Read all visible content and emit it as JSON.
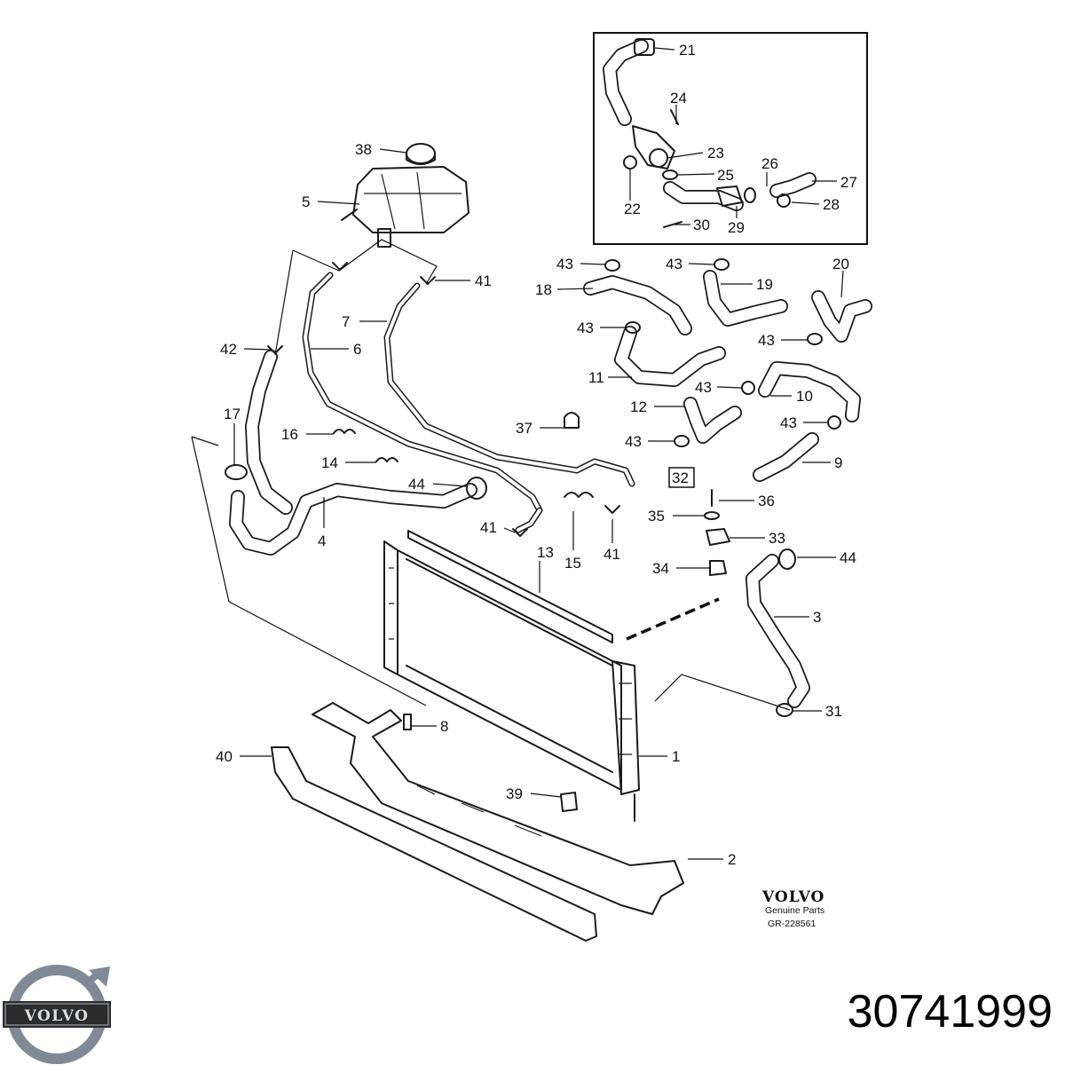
{
  "callouts": [
    {
      "id": "1",
      "label": "1"
    },
    {
      "id": "2",
      "label": "2"
    },
    {
      "id": "3",
      "label": "3"
    },
    {
      "id": "4",
      "label": "4"
    },
    {
      "id": "5",
      "label": "5"
    },
    {
      "id": "6",
      "label": "6"
    },
    {
      "id": "7",
      "label": "7"
    },
    {
      "id": "8",
      "label": "8"
    },
    {
      "id": "9",
      "label": "9"
    },
    {
      "id": "10",
      "label": "10"
    },
    {
      "id": "11",
      "label": "11"
    },
    {
      "id": "12",
      "label": "12"
    },
    {
      "id": "13",
      "label": "13"
    },
    {
      "id": "14",
      "label": "14"
    },
    {
      "id": "15",
      "label": "15"
    },
    {
      "id": "16",
      "label": "16"
    },
    {
      "id": "17",
      "label": "17"
    },
    {
      "id": "18",
      "label": "18"
    },
    {
      "id": "19",
      "label": "19"
    },
    {
      "id": "20",
      "label": "20"
    },
    {
      "id": "21",
      "label": "21"
    },
    {
      "id": "22",
      "label": "22"
    },
    {
      "id": "23",
      "label": "23"
    },
    {
      "id": "24",
      "label": "24"
    },
    {
      "id": "25",
      "label": "25"
    },
    {
      "id": "26",
      "label": "26"
    },
    {
      "id": "27",
      "label": "27"
    },
    {
      "id": "28",
      "label": "28"
    },
    {
      "id": "29",
      "label": "29"
    },
    {
      "id": "30",
      "label": "30"
    },
    {
      "id": "31",
      "label": "31"
    },
    {
      "id": "32",
      "label": "32"
    },
    {
      "id": "33",
      "label": "33"
    },
    {
      "id": "34",
      "label": "34"
    },
    {
      "id": "35",
      "label": "35"
    },
    {
      "id": "36",
      "label": "36"
    },
    {
      "id": "37",
      "label": "37"
    },
    {
      "id": "38",
      "label": "38"
    },
    {
      "id": "39",
      "label": "39"
    },
    {
      "id": "40",
      "label": "40"
    },
    {
      "id": "41a",
      "label": "41"
    },
    {
      "id": "41b",
      "label": "41"
    },
    {
      "id": "41c",
      "label": "41"
    },
    {
      "id": "42",
      "label": "42"
    },
    {
      "id": "43a",
      "label": "43"
    },
    {
      "id": "43b",
      "label": "43"
    },
    {
      "id": "43c",
      "label": "43"
    },
    {
      "id": "43d",
      "label": "43"
    },
    {
      "id": "43e",
      "label": "43"
    },
    {
      "id": "43f",
      "label": "43"
    },
    {
      "id": "43g",
      "label": "43"
    },
    {
      "id": "44a",
      "label": "44"
    },
    {
      "id": "44b",
      "label": "44"
    }
  ],
  "brand_block": {
    "wordmark": "VOLVO",
    "subtitle": "Genuine Parts",
    "drawing_code": "GR-228561"
  },
  "logo": {
    "wordmark": "VOLVO",
    "icon": "volvo-iron-mark-icon",
    "ring_color": "#7f8a96",
    "band_color": "#2b2b2b"
  },
  "part_number": "30741999"
}
